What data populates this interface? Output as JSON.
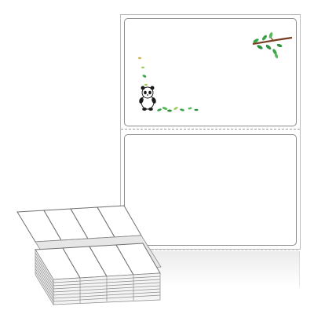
{
  "product": {
    "image_type": "fanfold-label-product",
    "labels_per_sheet": 2,
    "fanfold_columns": 4,
    "colors": {
      "label_border": "#8c8c8c",
      "sheet_border": "#bdbdbd",
      "perforation": "#9e9e9e",
      "leaf_green": "#3aa34a",
      "branch_brown": "#7a3b1e",
      "panda_black": "#1a1a1a"
    },
    "illustration": {
      "icons": [
        "panda-icon",
        "branch-icon",
        "leaf-icon"
      ]
    }
  }
}
